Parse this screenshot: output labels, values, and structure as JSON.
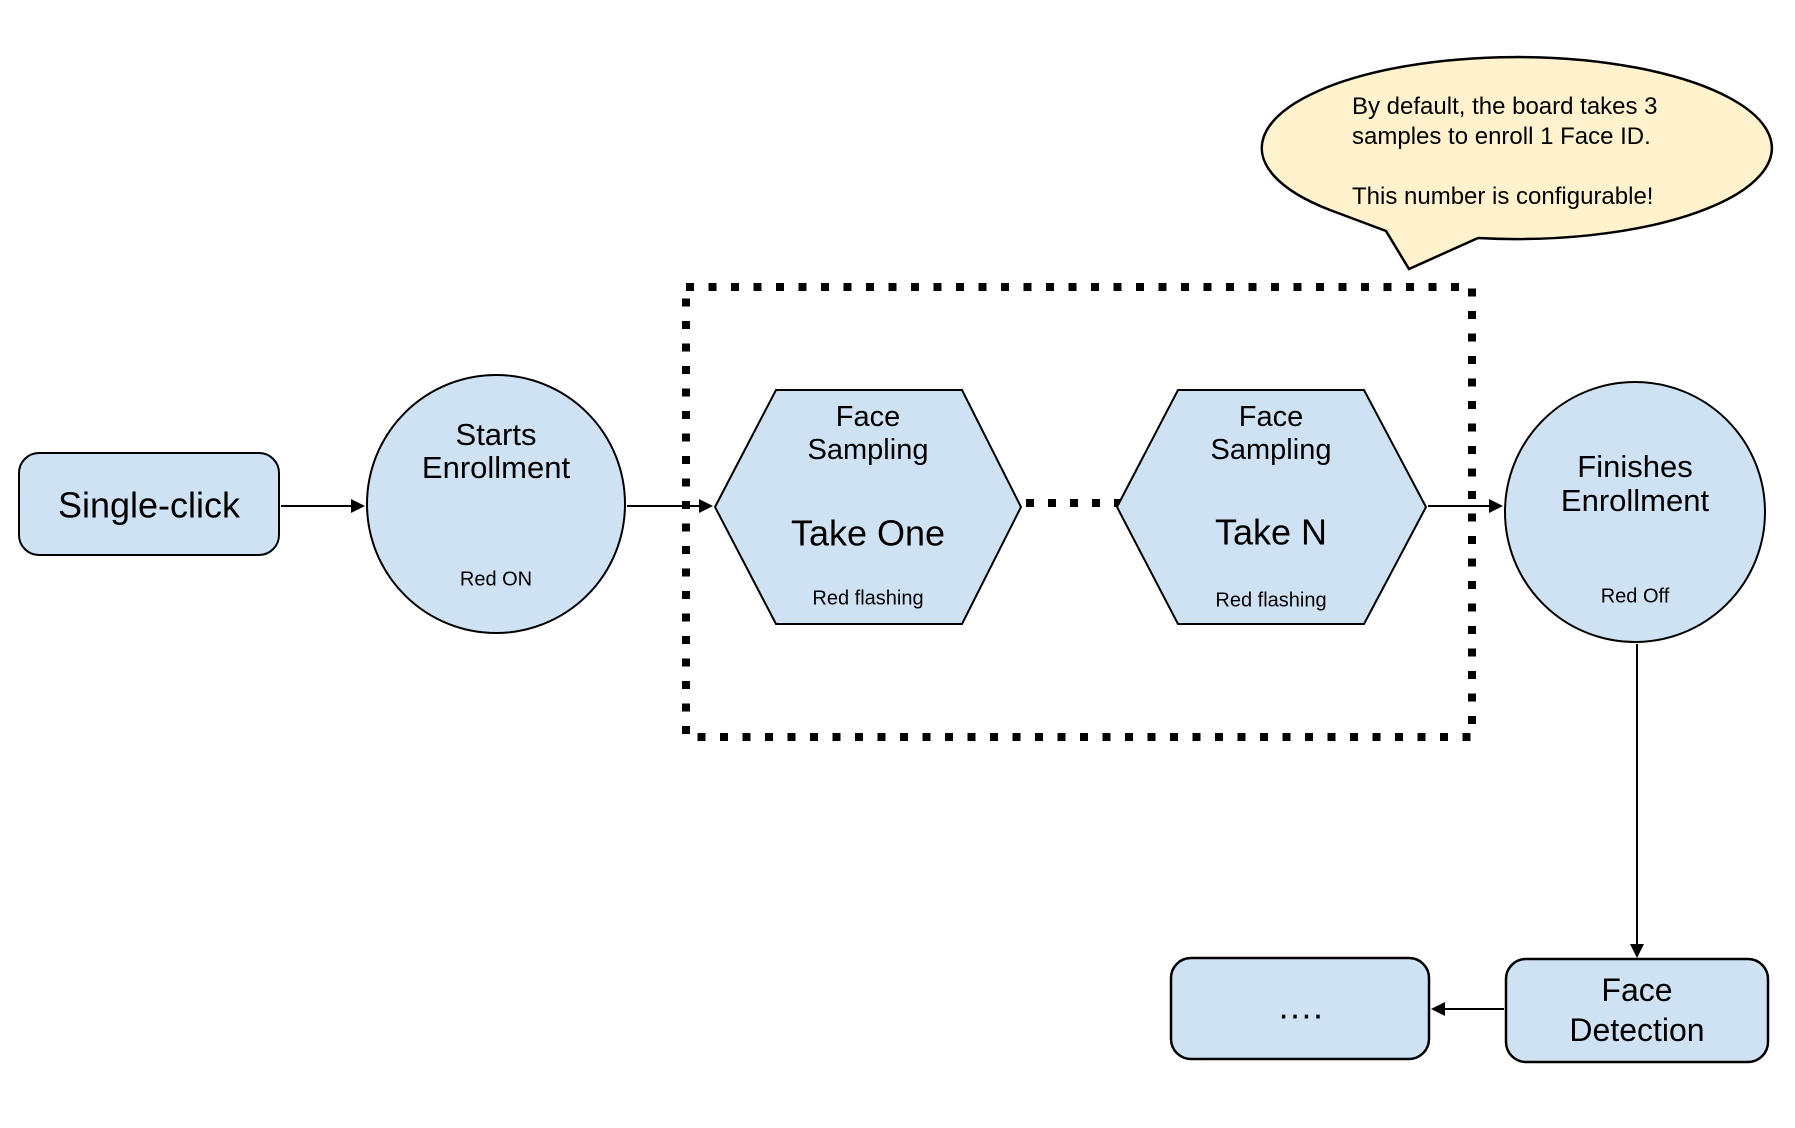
{
  "colors": {
    "node_fill": "#cfe2f3",
    "node_stroke": "#000000",
    "bubble_fill": "#fff2cc",
    "bubble_stroke": "#000000",
    "arrow": "#000000"
  },
  "bubble": {
    "lines": [
      "By default, the board takes 3",
      "samples to enroll 1 Face ID.",
      "",
      "This number is configurable!"
    ]
  },
  "nodes": {
    "single_click": {
      "label": "Single-click"
    },
    "starts_enrollment": {
      "line1": "Starts",
      "line2": "Enrollment",
      "status": "Red ON"
    },
    "face_sampling_1": {
      "line1": "Face",
      "line2": "Sampling",
      "take": "Take One",
      "status": "Red flashing"
    },
    "face_sampling_n": {
      "line1": "Face",
      "line2": "Sampling",
      "take": "Take N",
      "status": "Red flashing"
    },
    "finishes_enrollment": {
      "line1": "Finishes",
      "line2": "Enrollment",
      "status": "Red Off"
    },
    "face_detection": {
      "line1": "Face",
      "line2": "Detection"
    },
    "continuation": {
      "label": "…."
    }
  }
}
